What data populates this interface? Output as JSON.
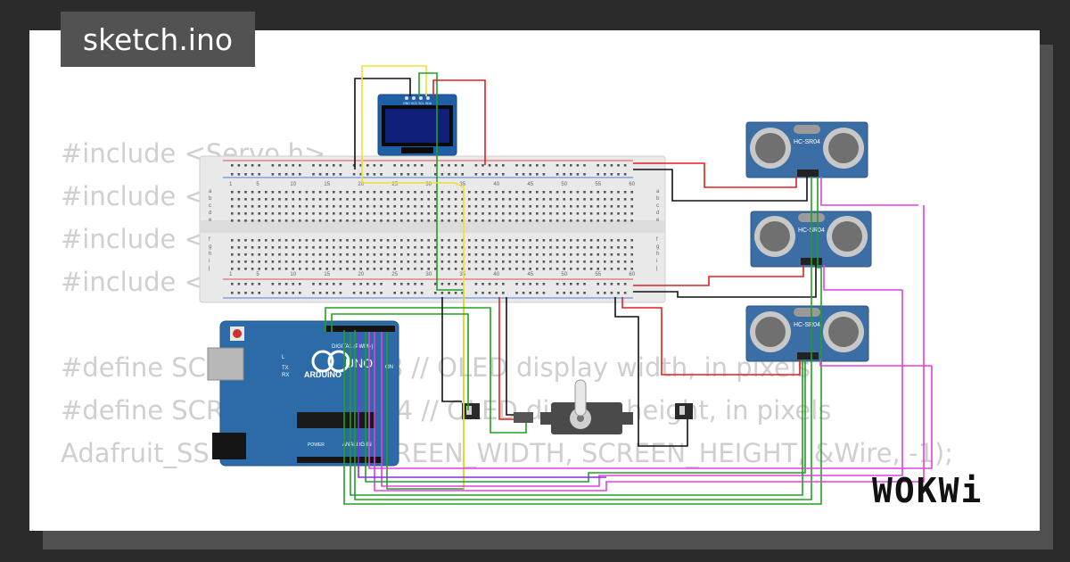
{
  "header": {
    "title": "sketch.ino"
  },
  "code": {
    "lines": [
      "#include <Servo.h>",
      "#include <",
      "#include <",
      "#include <",
      "",
      "#define SC                    28 // OLED display width, in pixels",
      "#define SCR                   64 // OLED display height, in pixels",
      "Adafruit_SS                 (SCREEN_WIDTH, SCREEN_HEIGHT, &Wire, -1);"
    ]
  },
  "components": {
    "sensor_label": "HC-SR04",
    "arduino_label": "UNO",
    "arduino_brand": "ARDUINO",
    "digital_label": "DIGITAL (PWM~)",
    "analog_label": "ANALOG IN",
    "power_label": "POWER",
    "on_label": "ON",
    "tx_label": "TX",
    "rx_label": "RX",
    "l_label": "L",
    "breadboard_numbers": [
      "1",
      "5",
      "10",
      "15",
      "20",
      "25",
      "30",
      "35",
      "40",
      "45",
      "50",
      "55",
      "60"
    ],
    "breadboard_rows_top": [
      "a",
      "b",
      "c",
      "d",
      "e"
    ],
    "breadboard_rows_bottom": [
      "f",
      "g",
      "h",
      "i",
      "j"
    ],
    "oled_pins": "GND VCC SCL SDA"
  },
  "brand": {
    "logo": "WOKWi"
  },
  "colors": {
    "wire_black": "#111111",
    "wire_red": "#e02020",
    "wire_green": "#22a022",
    "wire_yellow": "#f0e030",
    "wire_magenta": "#e040e0",
    "wire_purple": "#8a2be2",
    "arduino_blue": "#2d6aa8",
    "sensor_blue": "#3b6ea5"
  }
}
